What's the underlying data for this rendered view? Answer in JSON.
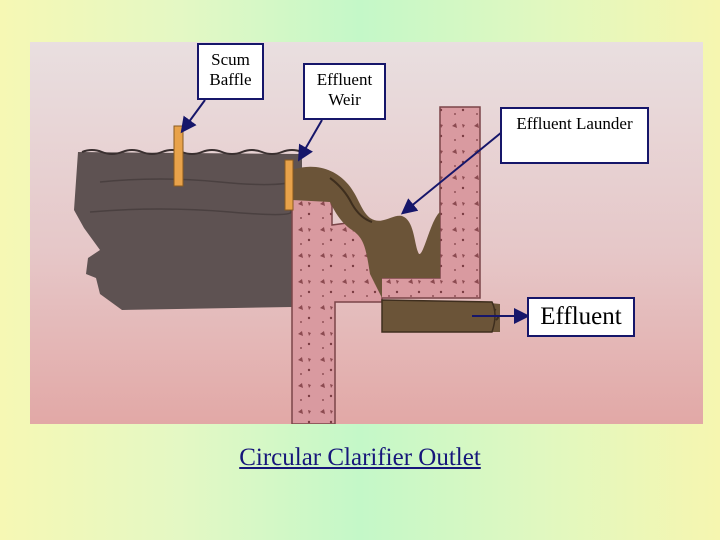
{
  "labels": {
    "scum_baffle": "Scum Baffle",
    "effluent_weir": "Effluent Weir",
    "effluent_launder": "Effluent Launder",
    "effluent": "Effluent"
  },
  "title": "Circular Clarifier Outlet",
  "colors": {
    "background": "#f6f8b4",
    "concrete": "#d79aa0",
    "water": "#5e5252",
    "flow": "#6b5438",
    "baffle": "#e8a24a",
    "arrow": "#16166a"
  }
}
